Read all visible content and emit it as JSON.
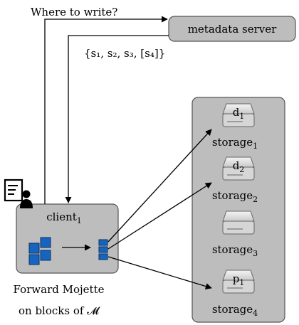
{
  "top_label": "Where to write?",
  "metadata_server": {
    "label": "metadata server"
  },
  "response_label": "{s₁, s₂, s₃, [s₄]}",
  "client": {
    "label": "client",
    "subscript": "1"
  },
  "caption": {
    "line1": "Forward Mojette",
    "line2": "on blocks of 𝓜"
  },
  "storage_nodes": [
    {
      "name": "storage",
      "sub": "1",
      "disk_label": "d",
      "disk_sub": "1"
    },
    {
      "name": "storage",
      "sub": "2",
      "disk_label": "d",
      "disk_sub": "2"
    },
    {
      "name": "storage",
      "sub": "3",
      "disk_label": "",
      "disk_sub": ""
    },
    {
      "name": "storage",
      "sub": "4",
      "disk_label": "p",
      "disk_sub": "1"
    }
  ],
  "colors": {
    "panel_fill": "#bdbdbd",
    "block_blue": "#1565c0",
    "disk_fill": "#e0e0e0"
  },
  "icons": {
    "document": "document-user-icon"
  }
}
